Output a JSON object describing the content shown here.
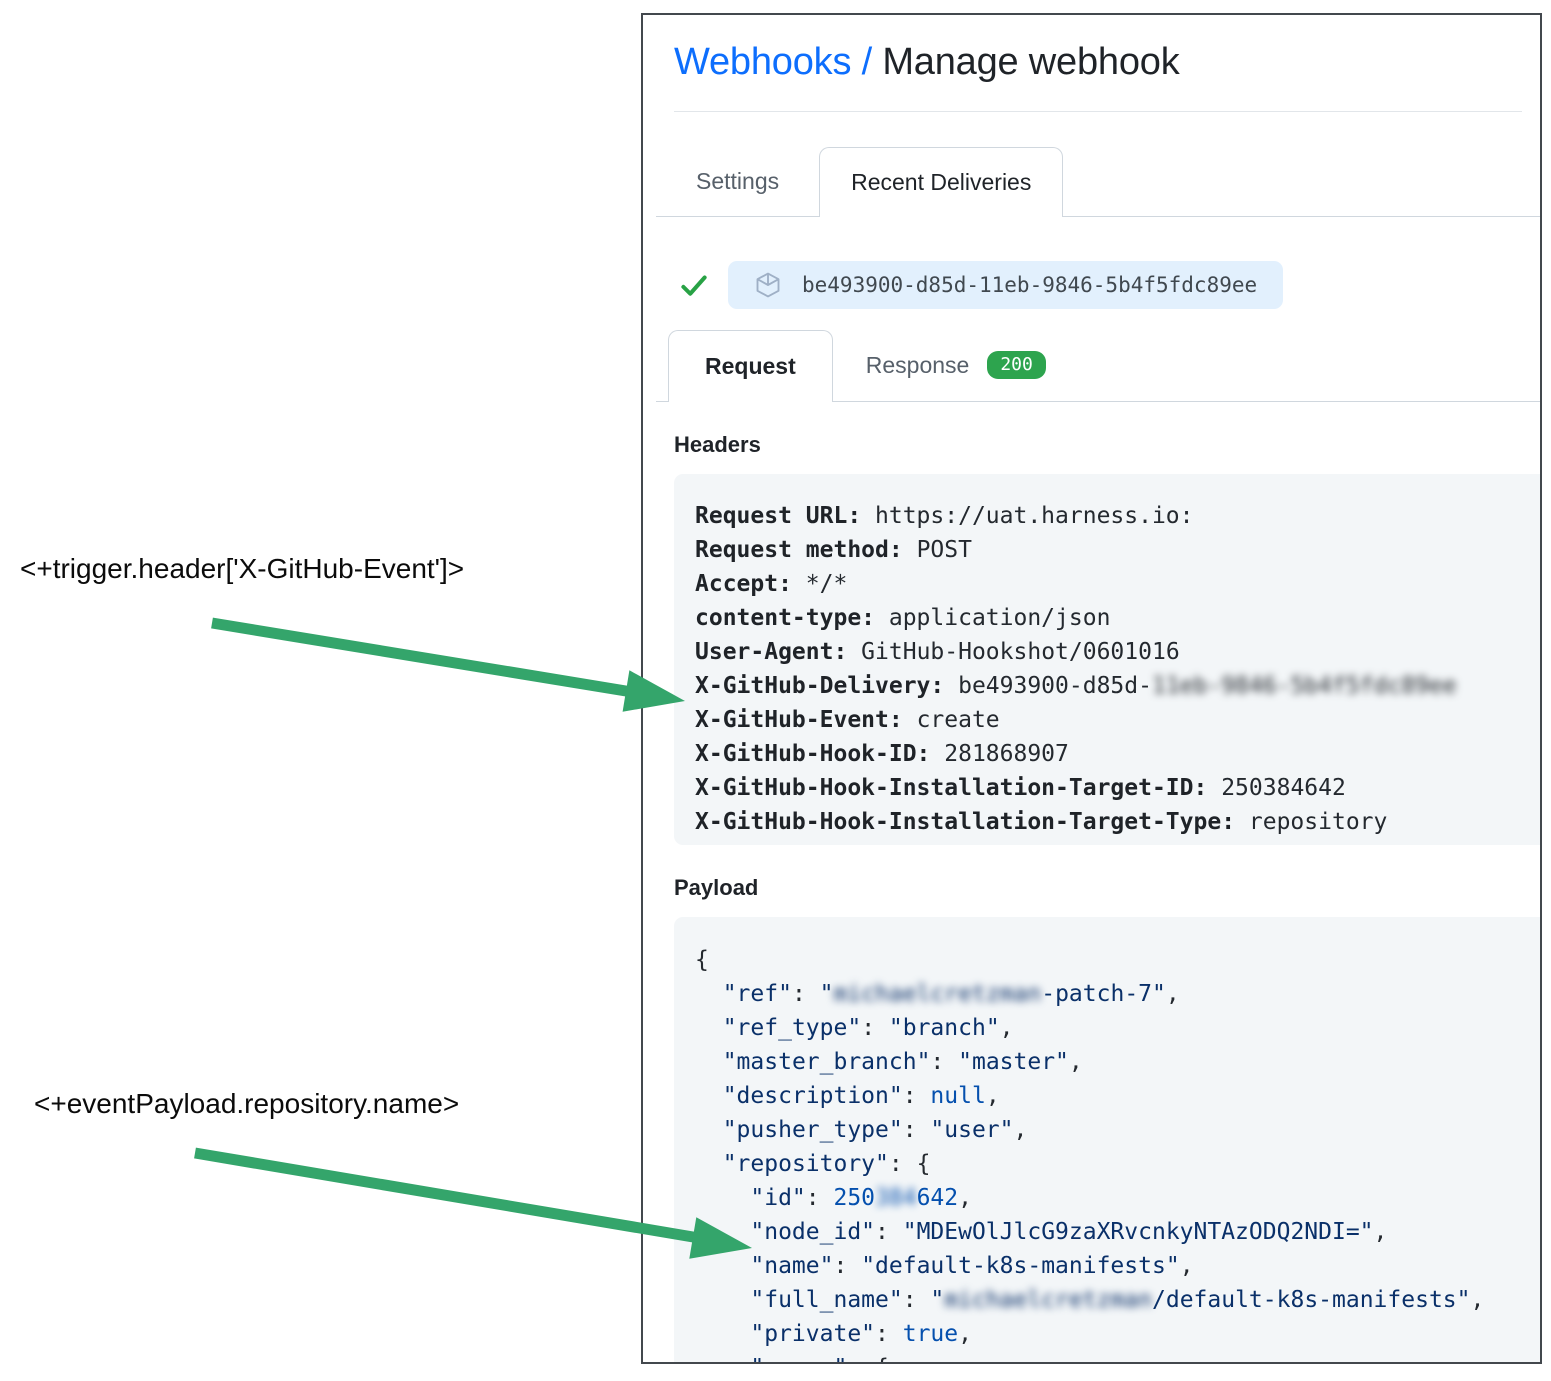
{
  "annotations": [
    {
      "text": "<+trigger.header['X-GitHub-Event']>"
    },
    {
      "text": "<+eventPayload.repository.name>"
    }
  ],
  "panel": {
    "breadcrumb": {
      "link": "Webhooks",
      "separator": " / ",
      "current": "Manage webhook"
    },
    "tabs": [
      {
        "label": "Settings",
        "active": false
      },
      {
        "label": "Recent Deliveries",
        "active": true
      }
    ],
    "delivery": {
      "id": "be493900-d85d-11eb-9846-5b4f5fdc89ee"
    },
    "subtabs": {
      "request": "Request",
      "response": "Response",
      "status_badge": "200"
    },
    "headers_section": {
      "title": "Headers",
      "lines": [
        {
          "key": "Request URL:",
          "value": " https://uat.harness.io:"
        },
        {
          "key": "Request method:",
          "value": " POST"
        },
        {
          "key": "Accept:",
          "value": " */*"
        },
        {
          "key": "content-type:",
          "value": " application/json"
        },
        {
          "key": "User-Agent:",
          "value": " GitHub-Hookshot/0601016"
        },
        {
          "key": "X-GitHub-Delivery:",
          "value": " be493900-d85d-",
          "blurred": "11eb-9846-5b4f5fdc89ee"
        },
        {
          "key": "X-GitHub-Event:",
          "value": " create"
        },
        {
          "key": "X-GitHub-Hook-ID:",
          "value": " 281868907"
        },
        {
          "key": "X-GitHub-Hook-Installation-Target-ID:",
          "value": " 250384642"
        },
        {
          "key": "X-GitHub-Hook-Installation-Target-Type:",
          "value": " repository"
        }
      ]
    },
    "payload_section": {
      "title": "Payload",
      "lines": [
        [
          {
            "t": "tp",
            "v": "{"
          }
        ],
        [
          {
            "t": "tp",
            "v": "  "
          },
          {
            "t": "ts",
            "v": "\"ref\""
          },
          {
            "t": "tp",
            "v": ": "
          },
          {
            "t": "ts",
            "v": "\""
          },
          {
            "t": "ts",
            "v": "michaelcretzman",
            "b": true
          },
          {
            "t": "ts",
            "v": "-patch-7\""
          },
          {
            "t": "tp",
            "v": ","
          }
        ],
        [
          {
            "t": "tp",
            "v": "  "
          },
          {
            "t": "ts",
            "v": "\"ref_type\""
          },
          {
            "t": "tp",
            "v": ": "
          },
          {
            "t": "ts",
            "v": "\"branch\""
          },
          {
            "t": "tp",
            "v": ","
          }
        ],
        [
          {
            "t": "tp",
            "v": "  "
          },
          {
            "t": "ts",
            "v": "\"master_branch\""
          },
          {
            "t": "tp",
            "v": ": "
          },
          {
            "t": "ts",
            "v": "\"master\""
          },
          {
            "t": "tp",
            "v": ","
          }
        ],
        [
          {
            "t": "tp",
            "v": "  "
          },
          {
            "t": "ts",
            "v": "\"description\""
          },
          {
            "t": "tp",
            "v": ": "
          },
          {
            "t": "tc",
            "v": "null"
          },
          {
            "t": "tp",
            "v": ","
          }
        ],
        [
          {
            "t": "tp",
            "v": "  "
          },
          {
            "t": "ts",
            "v": "\"pusher_type\""
          },
          {
            "t": "tp",
            "v": ": "
          },
          {
            "t": "ts",
            "v": "\"user\""
          },
          {
            "t": "tp",
            "v": ","
          }
        ],
        [
          {
            "t": "tp",
            "v": "  "
          },
          {
            "t": "ts",
            "v": "\"repository\""
          },
          {
            "t": "tp",
            "v": ": {"
          }
        ],
        [
          {
            "t": "tp",
            "v": "    "
          },
          {
            "t": "ts",
            "v": "\"id\""
          },
          {
            "t": "tp",
            "v": ": "
          },
          {
            "t": "tc",
            "v": "250"
          },
          {
            "t": "tc",
            "v": "384",
            "b": true
          },
          {
            "t": "tc",
            "v": "642"
          },
          {
            "t": "tp",
            "v": ","
          }
        ],
        [
          {
            "t": "tp",
            "v": "    "
          },
          {
            "t": "ts",
            "v": "\"node_id\""
          },
          {
            "t": "tp",
            "v": ": "
          },
          {
            "t": "ts",
            "v": "\"MDEwOlJlcG9zaXRvcnkyNTAzODQ2NDI=\""
          },
          {
            "t": "tp",
            "v": ","
          }
        ],
        [
          {
            "t": "tp",
            "v": "    "
          },
          {
            "t": "ts",
            "v": "\"name\""
          },
          {
            "t": "tp",
            "v": ": "
          },
          {
            "t": "ts",
            "v": "\"default-k8s-manifests\""
          },
          {
            "t": "tp",
            "v": ","
          }
        ],
        [
          {
            "t": "tp",
            "v": "    "
          },
          {
            "t": "ts",
            "v": "\"full_name\""
          },
          {
            "t": "tp",
            "v": ": "
          },
          {
            "t": "ts",
            "v": "\""
          },
          {
            "t": "ts",
            "v": "michaelcretzman",
            "b": true
          },
          {
            "t": "ts",
            "v": "/default-k8s-manifests\""
          },
          {
            "t": "tp",
            "v": ","
          }
        ],
        [
          {
            "t": "tp",
            "v": "    "
          },
          {
            "t": "ts",
            "v": "\"private\""
          },
          {
            "t": "tp",
            "v": ": "
          },
          {
            "t": "tc",
            "v": "true"
          },
          {
            "t": "tp",
            "v": ","
          }
        ],
        [
          {
            "t": "tp",
            "v": "    "
          },
          {
            "t": "ts",
            "v": "\"owner\""
          },
          {
            "t": "tp",
            "v": ": {"
          }
        ]
      ]
    }
  },
  "icons": {
    "success": "check-icon",
    "delivery": "package-icon"
  },
  "colors": {
    "link_blue": "#0d6efd",
    "badge_green": "#2da44e",
    "check_green": "#28a245",
    "arrow_green": "#34a56b",
    "json_key_string": "#0a3069",
    "json_constant": "#0550ae",
    "box_background": "#f3f6f8",
    "pill_background": "#e2f0fd",
    "panel_border": "#43484d"
  }
}
